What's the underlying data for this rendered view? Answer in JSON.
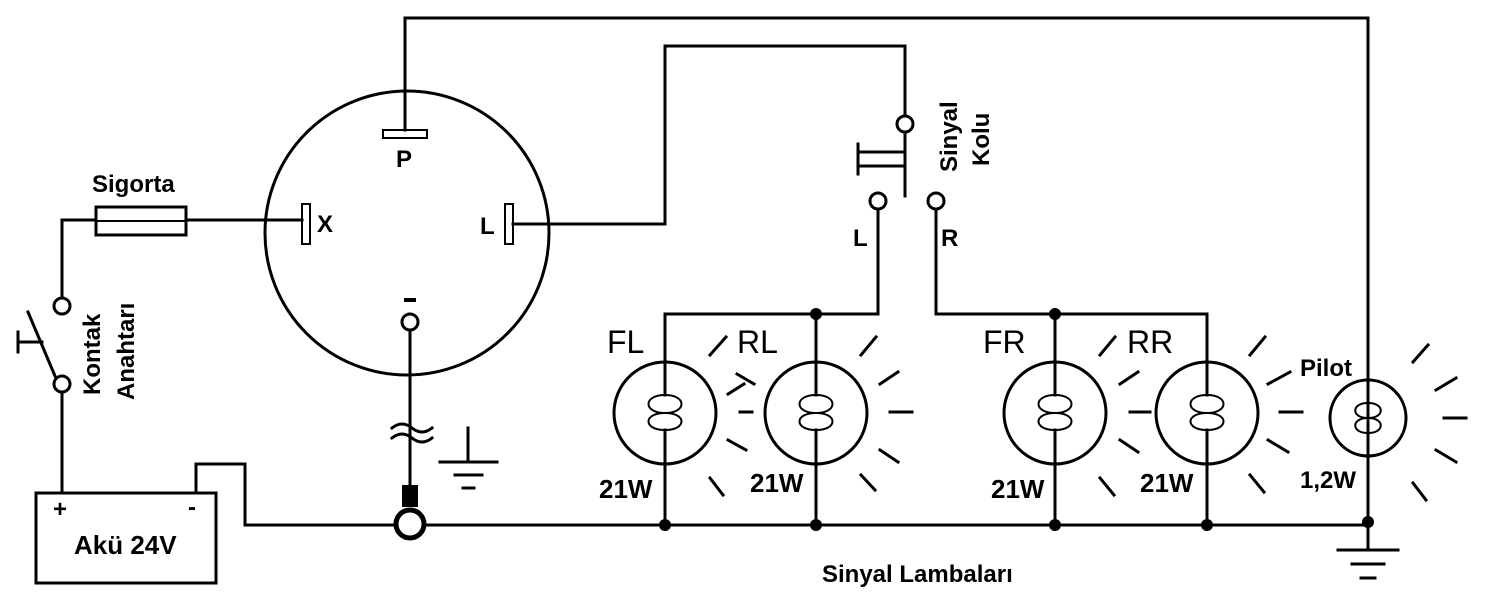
{
  "diagram": {
    "flasher_terminals": {
      "p": "P",
      "x": "X",
      "l": "L",
      "minus": "-"
    },
    "fuse_label": "Sigorta",
    "ignition_switch_label_1": "Kontak",
    "ignition_switch_label_2": "Anahtarı",
    "battery_label": "Akü 24V",
    "battery_plus": "+",
    "battery_minus": "-",
    "signal_switch_label_1": "Sinyal",
    "signal_switch_label_2": "Kolu",
    "signal_left": "L",
    "signal_right": "R",
    "lamps": {
      "fl_name": "FL",
      "fl_power": "21W",
      "rl_name": "RL",
      "rl_power": "21W",
      "fr_name": "FR",
      "fr_power": "21W",
      "rr_name": "RR",
      "rr_power": "21W",
      "pilot_name": "Pilot",
      "pilot_power": "1,2W"
    },
    "footer_label": "Sinyal Lambaları"
  }
}
